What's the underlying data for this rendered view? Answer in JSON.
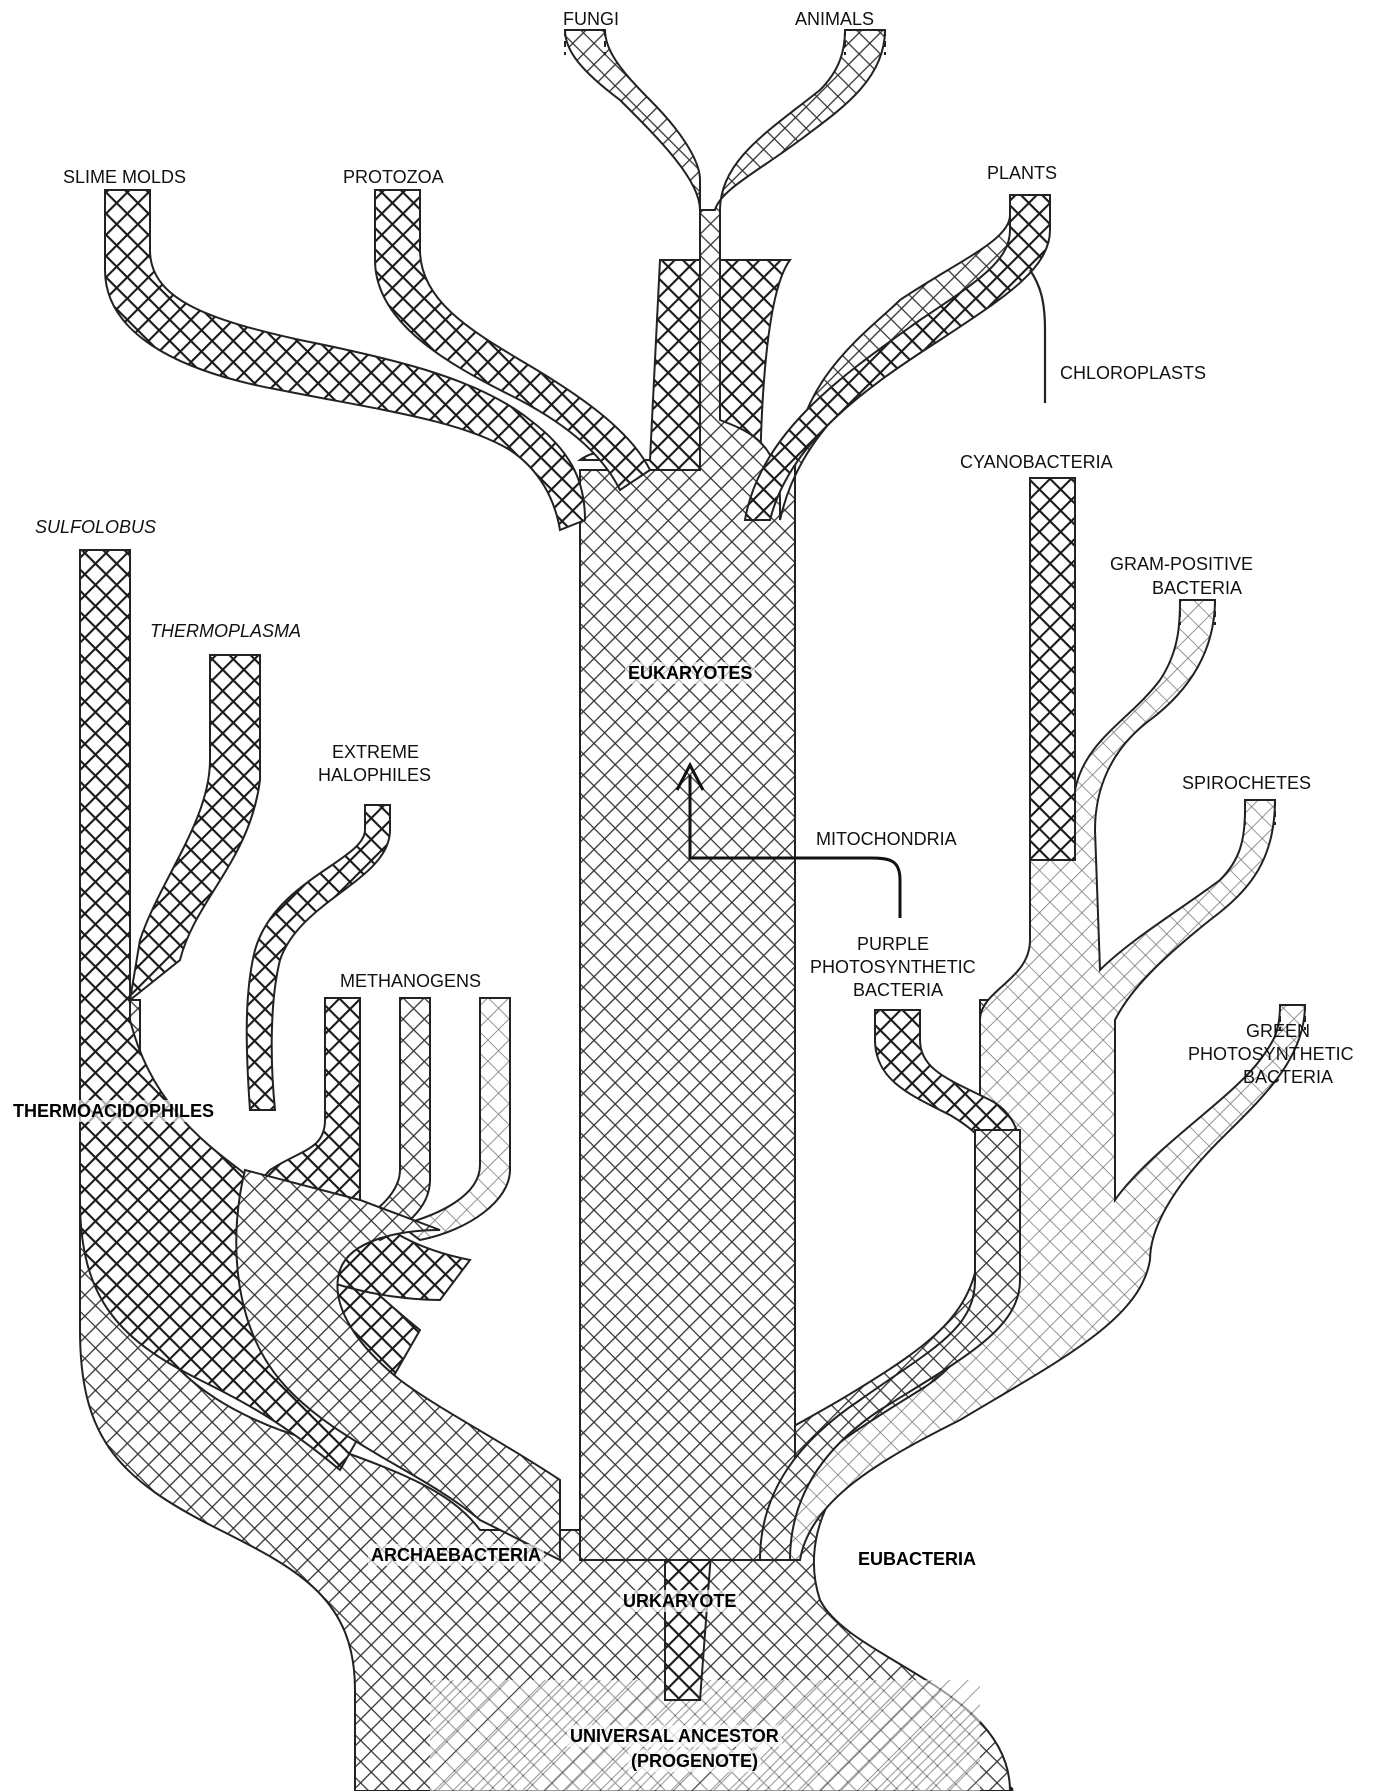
{
  "diagram": {
    "groups": {
      "eukaryotes": "EUKARYOTES",
      "archaebacteria": "ARCHAEBACTERIA",
      "eubacteria": "EUBACTERIA",
      "urkaryote": "URKARYOTE",
      "ancestor": "UNIVERSAL ANCESTOR",
      "progenote": "(PROGENOTE)",
      "thermoacidophiles": "THERMOACIDOPHILES"
    },
    "leaves": {
      "fungi": "FUNGI",
      "animals": "ANIMALS",
      "slime_molds": "SLIME MOLDS",
      "protozoa": "PROTOZOA",
      "plants": "PLANTS",
      "sulfolobus": "SULFOLOBUS",
      "thermoplasma": "THERMOPLASMA",
      "extreme_halophiles_1": "EXTREME",
      "extreme_halophiles_2": "HALOPHILES",
      "methanogens": "METHANOGENS",
      "cyanobacteria": "CYANOBACTERIA",
      "gram_positive_1": "GRAM-POSITIVE",
      "gram_positive_2": "BACTERIA",
      "spirochetes": "SPIROCHETES",
      "purple_1": "PURPLE",
      "purple_2": "PHOTOSYNTHETIC",
      "purple_3": "BACTERIA",
      "green_1": "GREEN",
      "green_2": "PHOTOSYNTHETIC",
      "green_3": "BACTERIA"
    },
    "endosymbiosis": {
      "chloroplasts": "CHLOROPLASTS",
      "mitochondria": "MITOCHONDRIA"
    }
  }
}
